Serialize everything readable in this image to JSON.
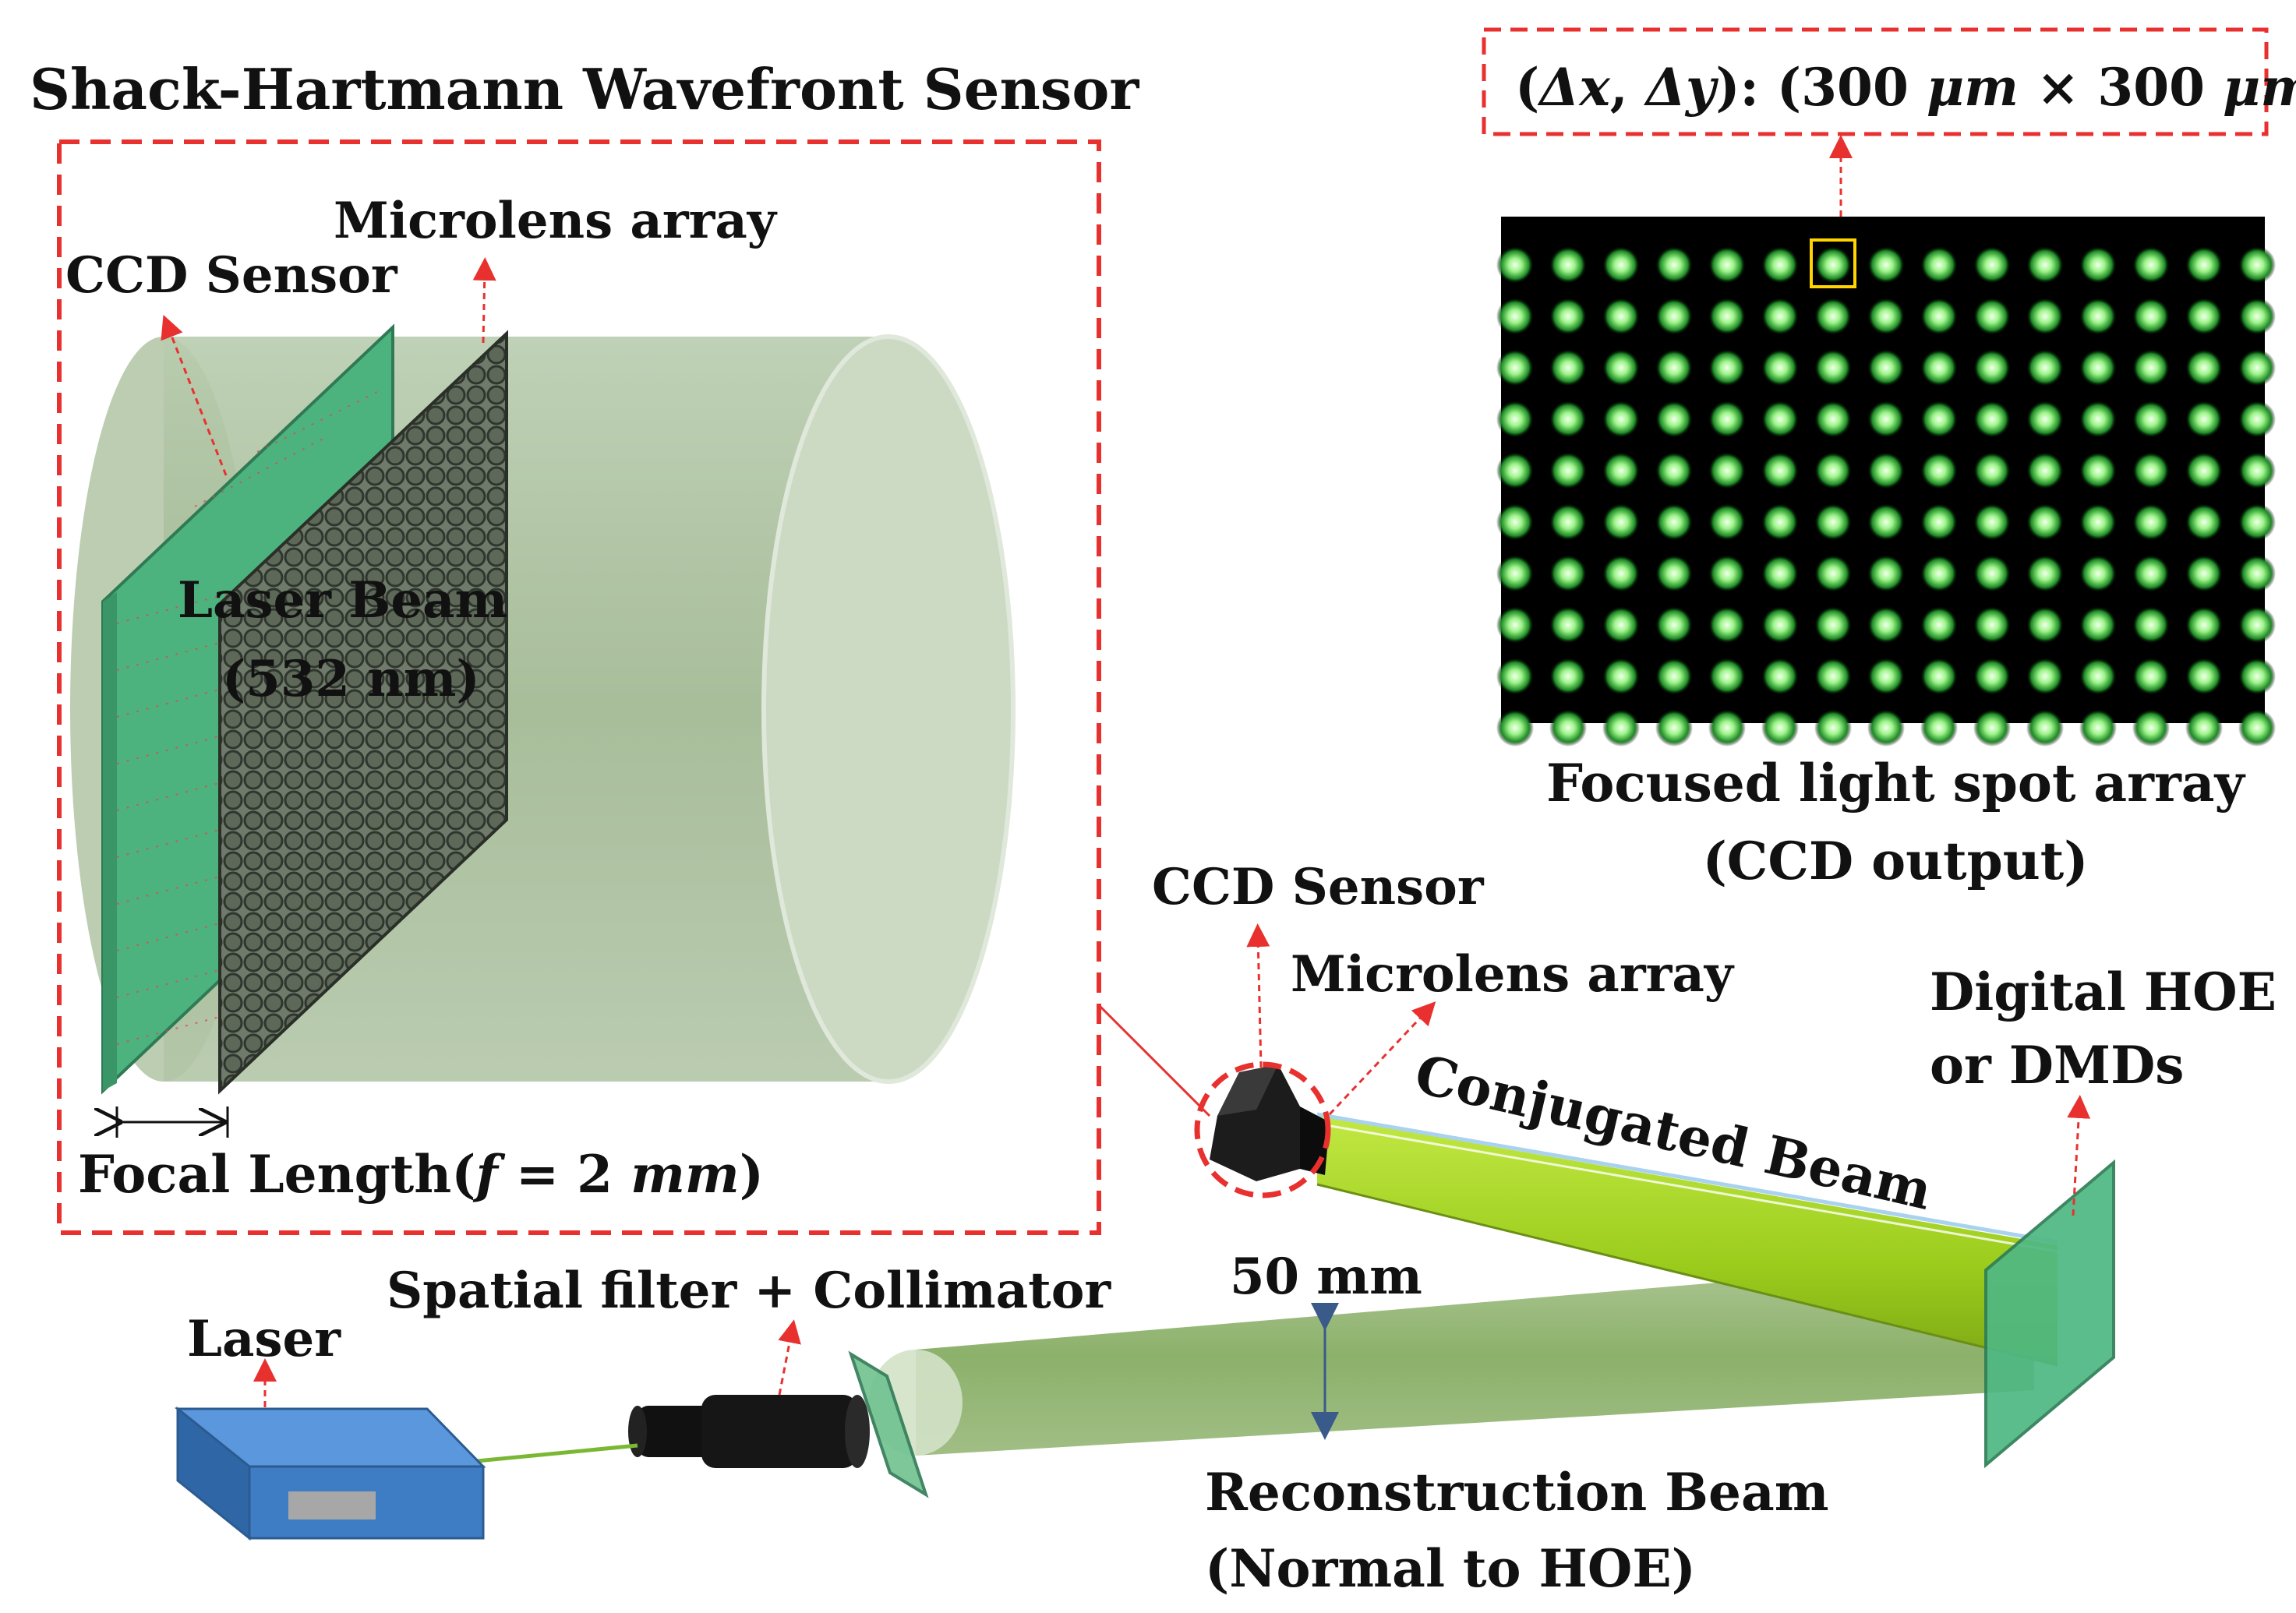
{
  "labels": {
    "title": "Shack-Hartmann Wavefront Sensor",
    "spacing_prefix": "(",
    "spacing_dx": "Δx",
    "spacing_sep": ", ",
    "spacing_dy": "Δy",
    "spacing_mid": "): (300 ",
    "spacing_unit1": "μm",
    "spacing_times": " × 300 ",
    "spacing_unit2": "μm",
    "spacing_suffix": ")",
    "microlens_top": "Microlens array",
    "ccd_top": "CCD Sensor",
    "laser_beam_line1": "Laser Beam",
    "laser_beam_line2": "(532 nm)",
    "focal_prefix": "Focal Length(",
    "focal_f": "f",
    "focal_eq": " = 2 ",
    "focal_unit": "mm",
    "focal_suffix": ")",
    "spot_caption_line1": "Focused light spot array",
    "spot_caption_line2": "(CCD output)",
    "ccd_small": "CCD Sensor",
    "microlens_small": "Microlens array",
    "digital_hoe_line1": "Digital HOE",
    "digital_hoe_line2": "or DMDs",
    "conjugated_beam": "Conjugated Beam",
    "beam_width": "50 mm",
    "spatial_filter": "Spatial filter + Collimator",
    "laser": "Laser",
    "reconstruction_line1": "Reconstruction Beam",
    "reconstruction_line2": "(Normal to HOE)"
  },
  "spot_array": {
    "rows": 10,
    "cols": 15,
    "highlight_row": 0,
    "highlight_col": 6
  },
  "colors": {
    "dashed_red": "#e8312f",
    "beam_green": "#8db56a",
    "conj_green": "#9acd1e",
    "plate_green": "#4db37e",
    "laser_blue": "#4a8bd2",
    "highlight_yellow": "#ffd400"
  }
}
